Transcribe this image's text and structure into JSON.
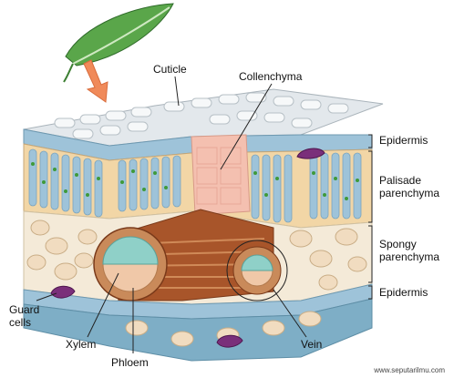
{
  "labels": {
    "cuticle": "Cuticle",
    "collenchyma": "Collenchyma",
    "epidermis_top": "Epidermis",
    "palisade": "Palisade\nparenchyma",
    "spongy": "Spongy\nparenchyma",
    "epidermis_bottom": "Epidermis",
    "guard_cells": "Guard\ncells",
    "xylem": "Xylem",
    "phloem": "Phloem",
    "vein": "Vein"
  },
  "watermark": "www.seputarilmu.com",
  "colors": {
    "leaf": "#5aa64a",
    "arrow": "#f08a5a",
    "cuticle": "#dfe6ea",
    "epidermis": "#9ec3d9",
    "palisade": "#f2d6a6",
    "chloroplast": "#3f9a3a",
    "vein": "#a8552a",
    "xylem": "#8fd0c8",
    "phloem": "#f0c8a8",
    "guard_cell": "#7a2f7a",
    "collenchyma": "#f4c0b0"
  }
}
